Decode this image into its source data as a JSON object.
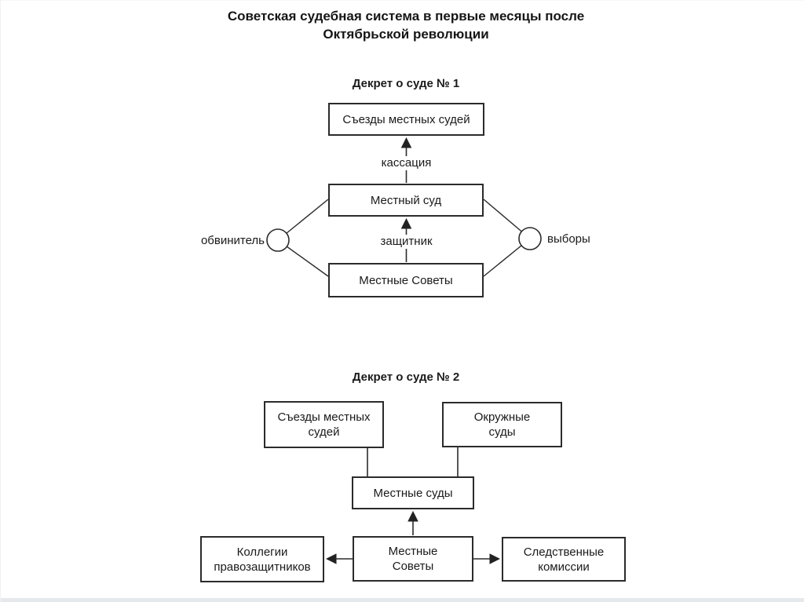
{
  "page": {
    "title": "Советская судебная система в первые месяцы после Октябрьской революции"
  },
  "decree1": {
    "heading": "Декрет о суде № 1",
    "boxes": {
      "congress_of_judges": "Съезды местных судей",
      "local_court": "Местный суд",
      "local_soviets": "Местные Советы"
    },
    "labels": {
      "cassation": "кассация",
      "defender": "защитник",
      "prosecutor": "обвинитель",
      "elections": "выборы"
    }
  },
  "decree2": {
    "heading": "Декрет о суде № 2",
    "boxes": {
      "congress_of_judges": "Съезды местных судей",
      "district_courts": "Окружные суды",
      "local_courts": "Местные суды",
      "local_soviets": "Местные Советы",
      "defenders_collegia": "Коллегии правозащитников",
      "investigative_commissions": "Следственные комиссии"
    }
  },
  "colors": {
    "line": "#2b2b2b",
    "text": "#1a1a1a",
    "background": "#ffffff",
    "footer_strip": "#e6e9ec"
  }
}
